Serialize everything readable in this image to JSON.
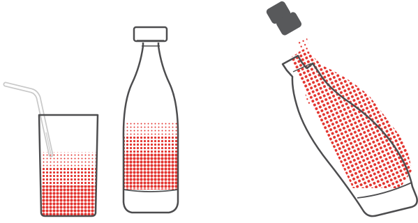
{
  "illustration": {
    "colors": {
      "outline": "#4d4d4f",
      "cap": "#58595b",
      "liquid": "#e3342f",
      "straw": "#c9c9c9",
      "background": "#ffffff"
    },
    "objects": [
      {
        "name": "glass",
        "icon": "glass-with-straw-icon"
      },
      {
        "name": "upright-bottle",
        "icon": "bottle-icon"
      },
      {
        "name": "tilted-bottle",
        "icon": "tilted-bottle-icon"
      }
    ],
    "levels": {
      "glass_fill_fraction": 0.62,
      "upright_bottle_fill_fraction": 0.42
    }
  }
}
